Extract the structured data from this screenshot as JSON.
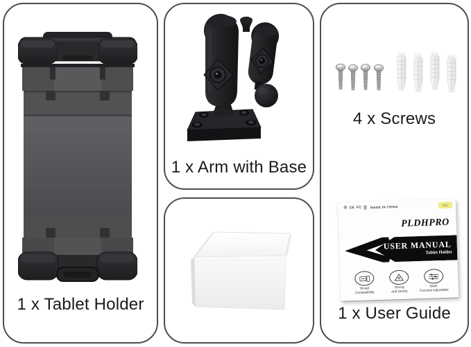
{
  "sections": {
    "tablet_holder": {
      "label": "1 x Tablet Holder"
    },
    "arm_with_base": {
      "label": "1 x Arm with Base"
    },
    "screws": {
      "label": "4 x Screws"
    },
    "user_guide": {
      "label": "1 x User Guide"
    }
  },
  "manual": {
    "brand": "PLDHPRO",
    "title": "USER MANUAL",
    "subtitle": "Tablet Holder",
    "recycle_symbol": "♻",
    "marks": {
      "ce": "CE",
      "fcc": "FC"
    },
    "origin": "MADE IN CHINA",
    "sticker": "011",
    "features": [
      {
        "line1": "Broad",
        "line2": "Compatibility"
      },
      {
        "line1": "Strong",
        "line2": "and Sturdy"
      },
      {
        "line1": "Multi-",
        "line2": "Function Adjustable"
      }
    ]
  },
  "colors": {
    "panel_border": "#4d4d4d",
    "label_text": "#1a1a1a",
    "manual_band": "#0c0c0c",
    "sticker_yellow": "#f2ec86"
  }
}
